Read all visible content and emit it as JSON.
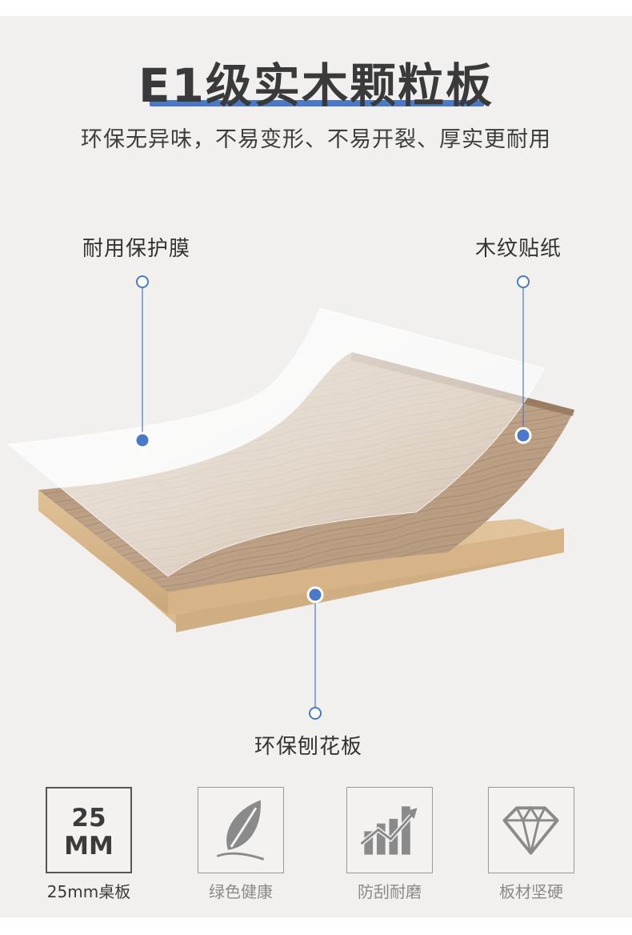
{
  "heading": {
    "title": "E1级实木颗粒板",
    "subtitle": "环保无异味，不易变形、不易开裂、厚实更耐用"
  },
  "callouts": {
    "protective_film": "耐用保护膜",
    "wood_grain_paper": "木纹贴纸",
    "particle_board": "环保刨花板"
  },
  "features": [
    {
      "icon": "thickness-25mm-icon",
      "icon_text_top": "25",
      "icon_text_bottom": "MM",
      "label": "25mm桌板"
    },
    {
      "icon": "leaf-icon",
      "label": "绿色健康"
    },
    {
      "icon": "growth-chart-icon",
      "label": "防刮耐磨"
    },
    {
      "icon": "diamond-icon",
      "label": "板材坚硬"
    }
  ],
  "colors": {
    "accent": "#4a79c9",
    "background": "#f1f0ef",
    "wood_light": "#b89c80",
    "wood_edge": "#d9b98d"
  }
}
